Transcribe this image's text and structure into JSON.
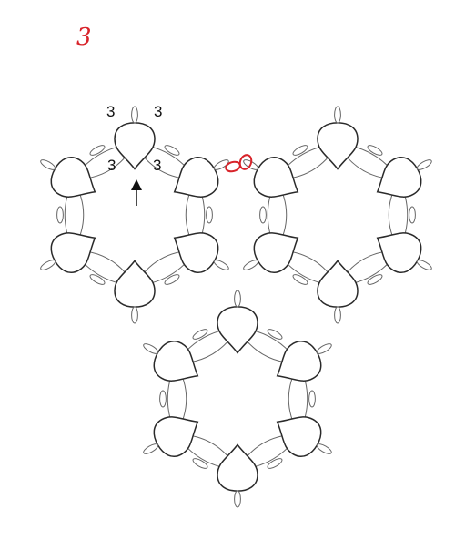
{
  "figure": {
    "number": "3"
  },
  "diagram": {
    "motifs": 3,
    "counts": [
      "3",
      "3",
      "3",
      "3"
    ],
    "colors": {
      "ink": "#2a2a2a",
      "thread": "#666666",
      "accent": "#d8232a"
    },
    "icons": {
      "start_marker": "arrow-up-icon",
      "join_marker": "join-loops-icon"
    }
  }
}
